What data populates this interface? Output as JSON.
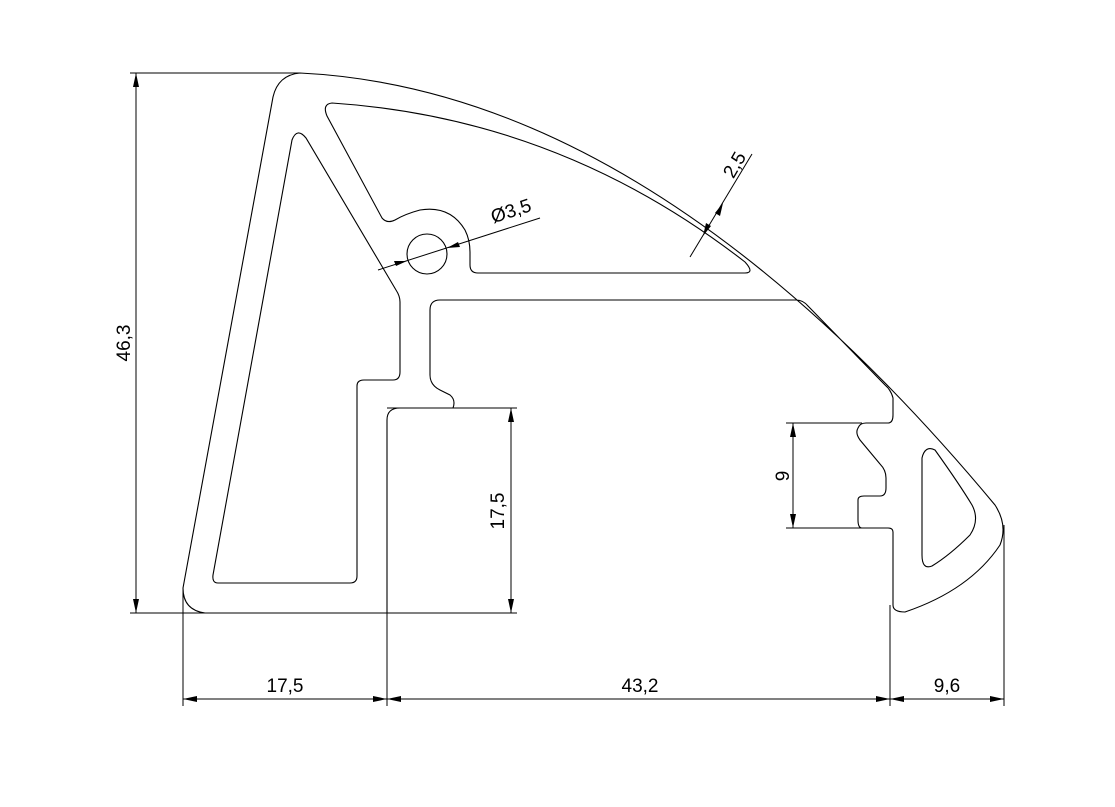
{
  "drawing": {
    "type": "aluminium profile cross-section",
    "dimensions": {
      "total_height": "46,3",
      "inner_height": "17,5",
      "groove_height": "9",
      "left_width": "17,5",
      "middle_width": "43,2",
      "right_width": "9,6",
      "wall_thickness": "2,5",
      "hole_diameter": "Ø3,5"
    }
  }
}
